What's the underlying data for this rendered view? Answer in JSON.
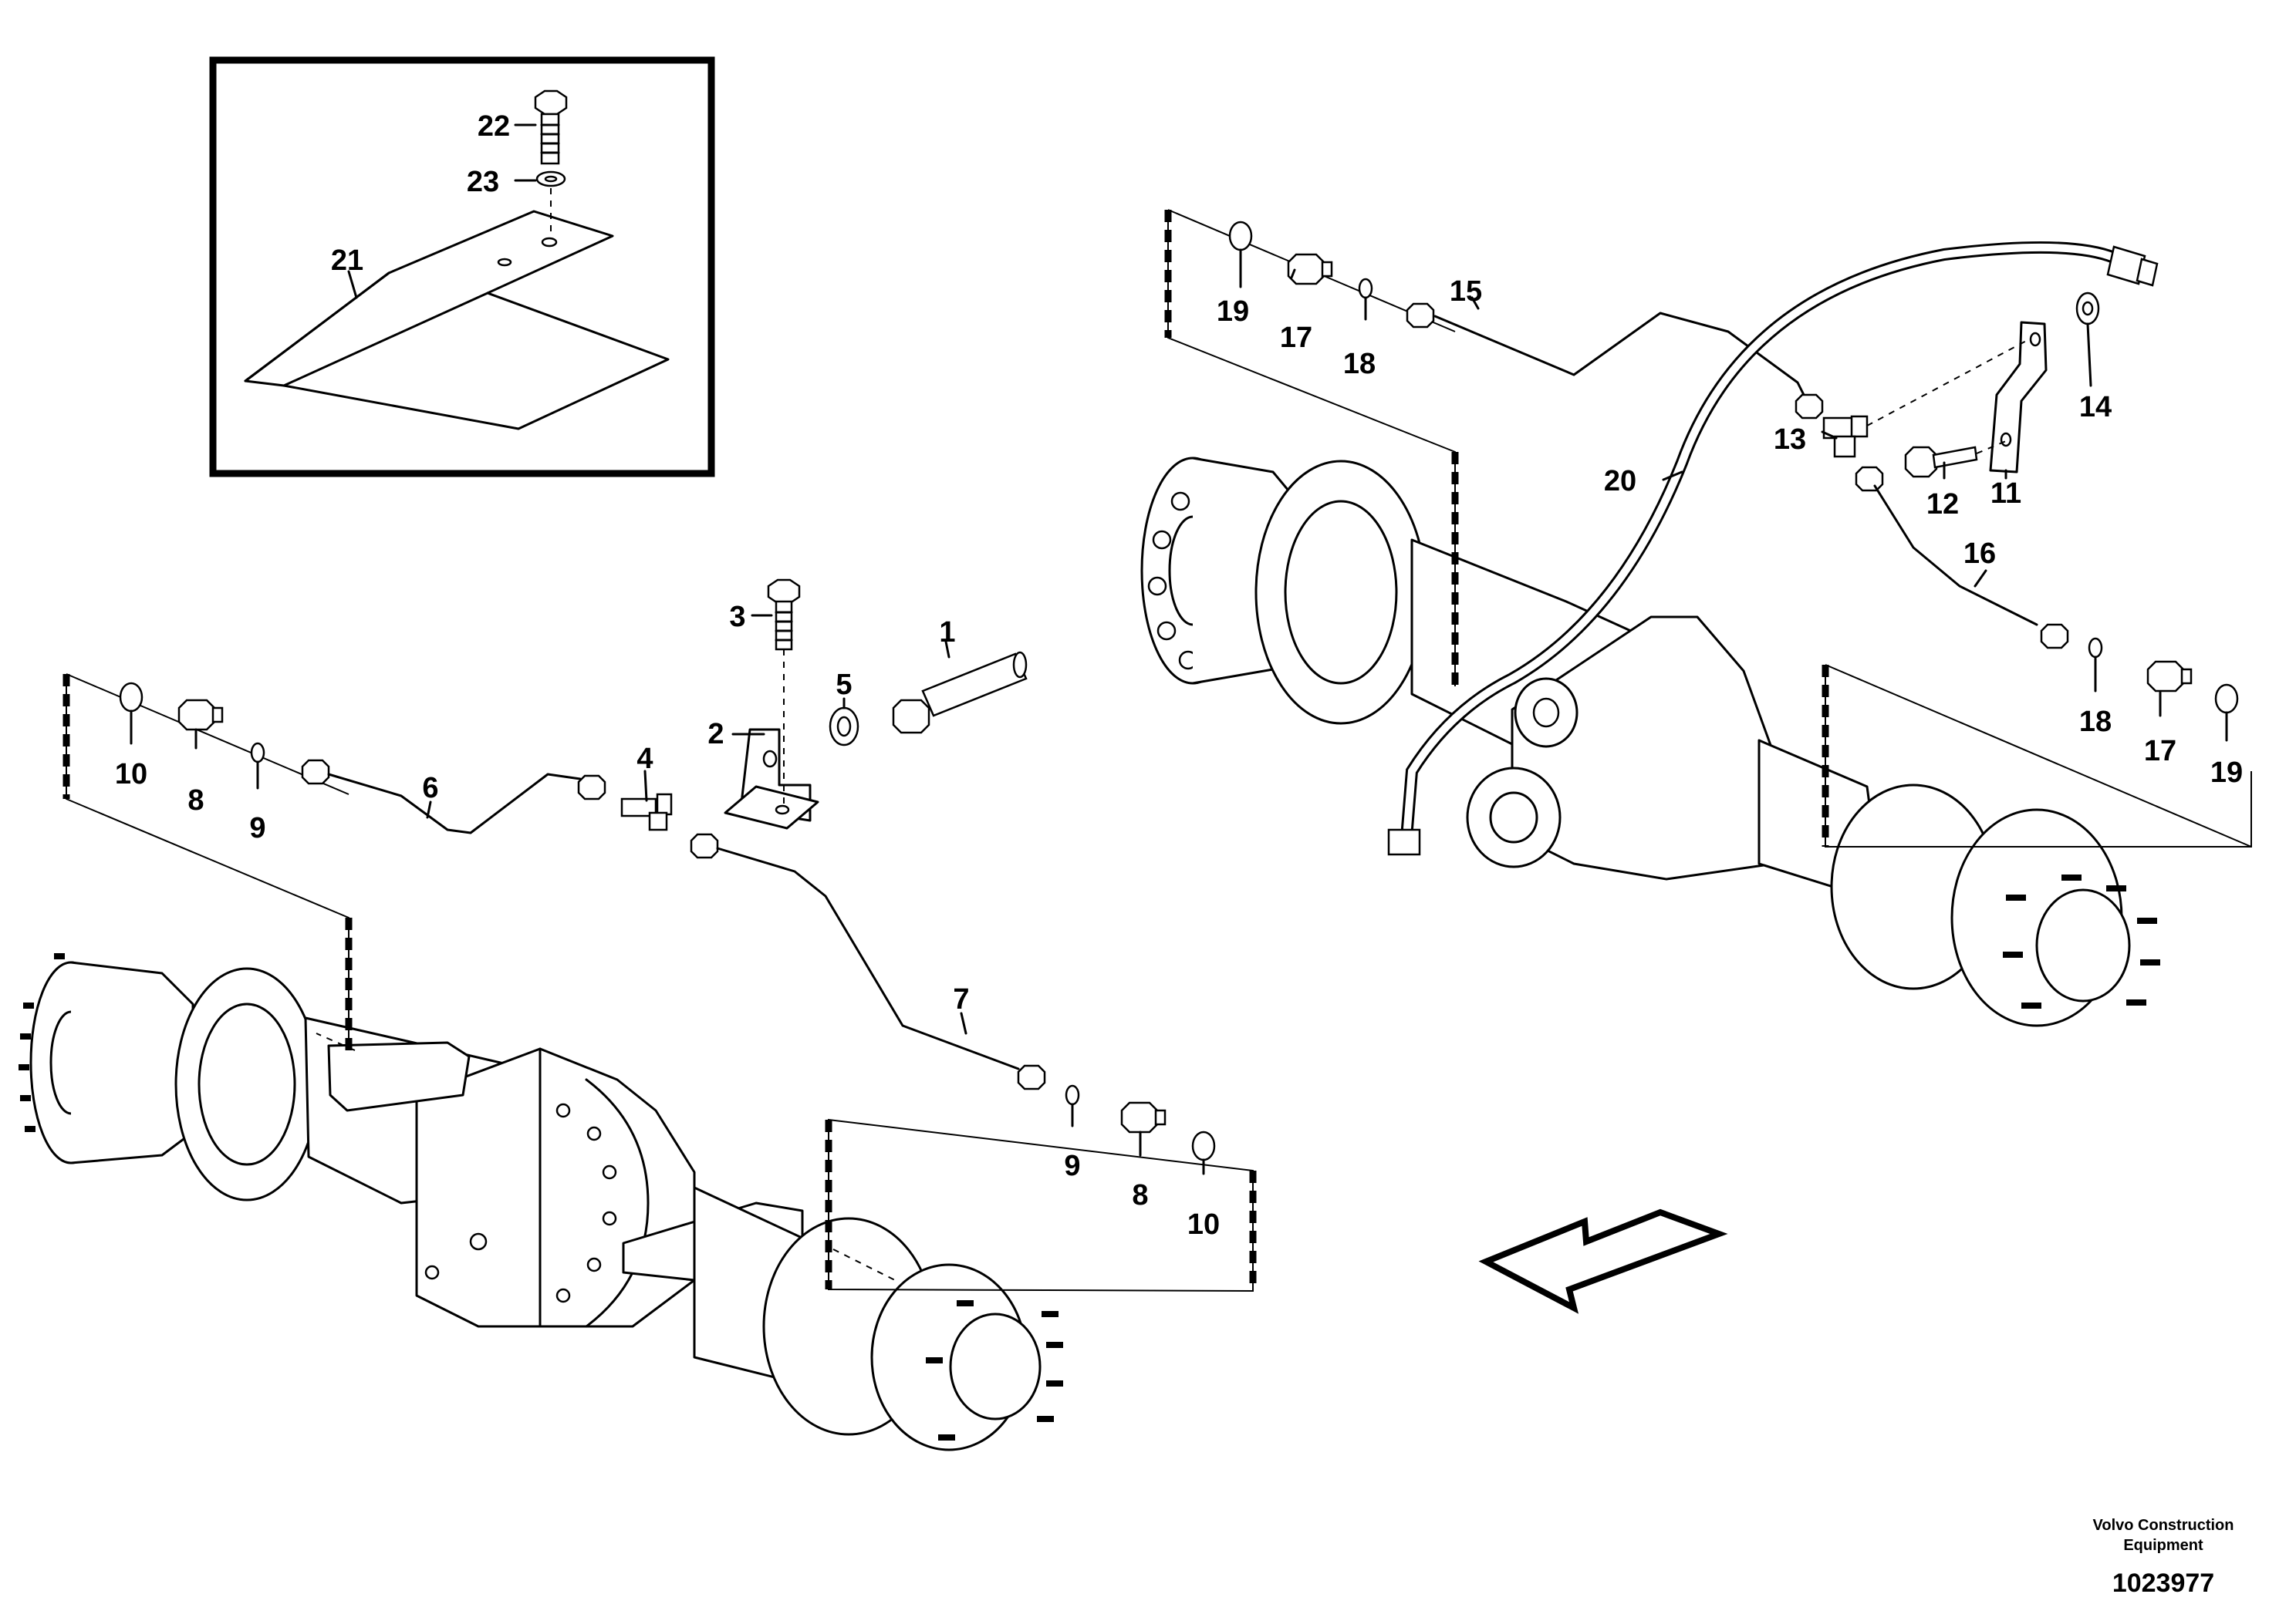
{
  "diagram": {
    "callouts": {
      "c1": "1",
      "c2": "2",
      "c3": "3",
      "c4": "4",
      "c5": "5",
      "c6": "6",
      "c7": "7",
      "c8a": "8",
      "c8b": "8",
      "c9a": "9",
      "c9b": "9",
      "c10a": "10",
      "c10b": "10",
      "c11": "11",
      "c12": "12",
      "c13": "13",
      "c14": "14",
      "c15": "15",
      "c16": "16",
      "c17a": "17",
      "c17b": "17",
      "c18a": "18",
      "c18b": "18",
      "c19a": "19",
      "c19b": "19",
      "c20": "20",
      "c21": "21",
      "c22": "22",
      "c23": "23"
    },
    "credit": {
      "line1": "Volvo Construction",
      "line2": "Equipment",
      "number": "1023977"
    }
  }
}
